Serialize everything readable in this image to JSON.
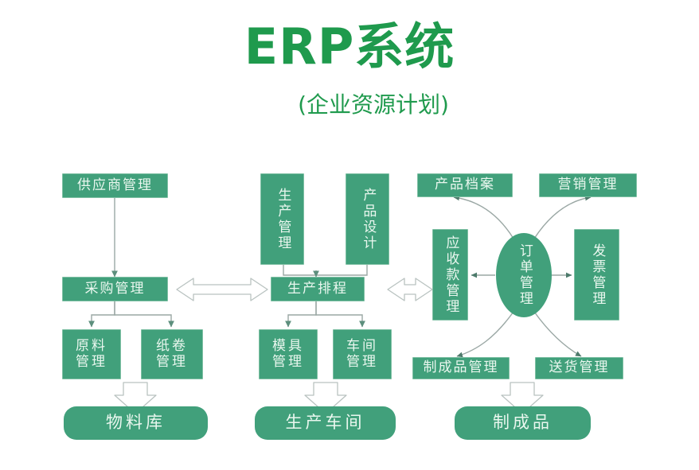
{
  "header": {
    "title": "ERP系统",
    "subtitle": "(企业资源计划)",
    "title_color": "#1f9a4d"
  },
  "theme": {
    "node_fill": "#41a07b",
    "node_border": "#7fc0a4",
    "node_text": "#eaf7ef",
    "connector_line": "#9aa7a4",
    "hollow_arrow_stroke": "#b9c2c0",
    "background": "#ffffff"
  },
  "chart_data": {
    "type": "diagram",
    "title": "ERP系统 (企业资源计划)",
    "nodes": [
      {
        "id": "supplier",
        "label": "供应商管理",
        "group": "procurement",
        "shape": "rect",
        "orientation": "horizontal"
      },
      {
        "id": "purchasing",
        "label": "采购管理",
        "group": "procurement",
        "shape": "rect",
        "orientation": "horizontal"
      },
      {
        "id": "raw_material",
        "label": "原料管理",
        "group": "procurement",
        "shape": "rect",
        "orientation": "horizontal"
      },
      {
        "id": "paper_roll",
        "label": "纸卷管理",
        "group": "procurement",
        "shape": "rect",
        "orientation": "horizontal"
      },
      {
        "id": "material_store",
        "label": "物料库",
        "group": "procurement",
        "shape": "rounded-rect",
        "orientation": "horizontal"
      },
      {
        "id": "production_mgmt",
        "label": "生产管理",
        "group": "production",
        "shape": "rect",
        "orientation": "vertical"
      },
      {
        "id": "product_design",
        "label": "产品设计",
        "group": "production",
        "shape": "rect",
        "orientation": "vertical"
      },
      {
        "id": "prod_schedule",
        "label": "生产排程",
        "group": "production",
        "shape": "rect",
        "orientation": "horizontal"
      },
      {
        "id": "mold_mgmt",
        "label": "模具管理",
        "group": "production",
        "shape": "rect",
        "orientation": "horizontal"
      },
      {
        "id": "workshop_mgmt",
        "label": "车间管理",
        "group": "production",
        "shape": "rect",
        "orientation": "horizontal"
      },
      {
        "id": "prod_workshop",
        "label": "生产车间",
        "group": "production",
        "shape": "rounded-rect",
        "orientation": "horizontal"
      },
      {
        "id": "product_archive",
        "label": "产品档案",
        "group": "sales",
        "shape": "rect",
        "orientation": "horizontal"
      },
      {
        "id": "marketing",
        "label": "营销管理",
        "group": "sales",
        "shape": "rect",
        "orientation": "horizontal"
      },
      {
        "id": "receivables",
        "label": "应收款管理",
        "group": "sales",
        "shape": "rect",
        "orientation": "vertical"
      },
      {
        "id": "order_mgmt",
        "label": "订单管理",
        "group": "sales",
        "shape": "ellipse",
        "orientation": "vertical"
      },
      {
        "id": "invoice_mgmt",
        "label": "发票管理",
        "group": "sales",
        "shape": "rect",
        "orientation": "vertical"
      },
      {
        "id": "finished_mgmt",
        "label": "制成品管理",
        "group": "sales",
        "shape": "rect",
        "orientation": "horizontal"
      },
      {
        "id": "delivery_mgmt",
        "label": "送货管理",
        "group": "sales",
        "shape": "rect",
        "orientation": "horizontal"
      },
      {
        "id": "finished_goods",
        "label": "制成品",
        "group": "sales",
        "shape": "rounded-rect",
        "orientation": "horizontal"
      }
    ],
    "edges": [
      {
        "from": "supplier",
        "to": "purchasing",
        "style": "line-arrow",
        "direction": "one-way"
      },
      {
        "from": "purchasing",
        "to": "raw_material",
        "style": "line-arrow",
        "direction": "one-way"
      },
      {
        "from": "purchasing",
        "to": "paper_roll",
        "style": "line-arrow",
        "direction": "one-way"
      },
      {
        "from": "raw_material",
        "to": "material_store",
        "style": "hollow-arrow",
        "direction": "one-way"
      },
      {
        "from": "production_mgmt",
        "to": "prod_schedule",
        "style": "line-arrow",
        "direction": "one-way"
      },
      {
        "from": "product_design",
        "to": "prod_schedule",
        "style": "line-arrow",
        "direction": "one-way"
      },
      {
        "from": "prod_schedule",
        "to": "mold_mgmt",
        "style": "line-arrow",
        "direction": "one-way"
      },
      {
        "from": "prod_schedule",
        "to": "workshop_mgmt",
        "style": "line-arrow",
        "direction": "one-way"
      },
      {
        "from": "mold_mgmt",
        "to": "prod_workshop",
        "style": "hollow-arrow",
        "direction": "one-way"
      },
      {
        "from": "purchasing",
        "to": "prod_schedule",
        "style": "hollow-double",
        "direction": "two-way"
      },
      {
        "from": "prod_schedule",
        "to": "receivables",
        "style": "hollow-double",
        "direction": "two-way"
      },
      {
        "from": "order_mgmt",
        "to": "product_archive",
        "style": "curve-arrow",
        "direction": "one-way"
      },
      {
        "from": "order_mgmt",
        "to": "marketing",
        "style": "curve-arrow",
        "direction": "one-way"
      },
      {
        "from": "order_mgmt",
        "to": "receivables",
        "style": "line-arrow",
        "direction": "one-way"
      },
      {
        "from": "order_mgmt",
        "to": "invoice_mgmt",
        "style": "line-arrow",
        "direction": "one-way"
      },
      {
        "from": "order_mgmt",
        "to": "finished_mgmt",
        "style": "curve-arrow",
        "direction": "one-way"
      },
      {
        "from": "order_mgmt",
        "to": "delivery_mgmt",
        "style": "curve-arrow",
        "direction": "one-way"
      },
      {
        "from": "finished_mgmt",
        "to": "finished_goods",
        "style": "hollow-arrow",
        "direction": "one-way"
      }
    ]
  }
}
